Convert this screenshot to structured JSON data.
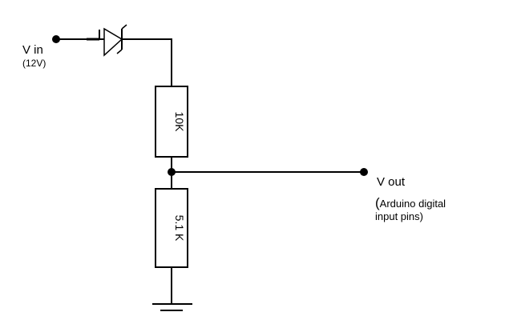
{
  "labels": {
    "vin": "V in",
    "vin_voltage": "(12V)",
    "vout": "V out",
    "vout_note_open": "(",
    "vout_note_line1": "Arduino digital",
    "vout_note_line2": "input pins)"
  },
  "components": {
    "r_top": "10K",
    "r_bottom": "5.1 K"
  },
  "colors": {
    "wire": "#000000",
    "background": "#ffffff"
  }
}
